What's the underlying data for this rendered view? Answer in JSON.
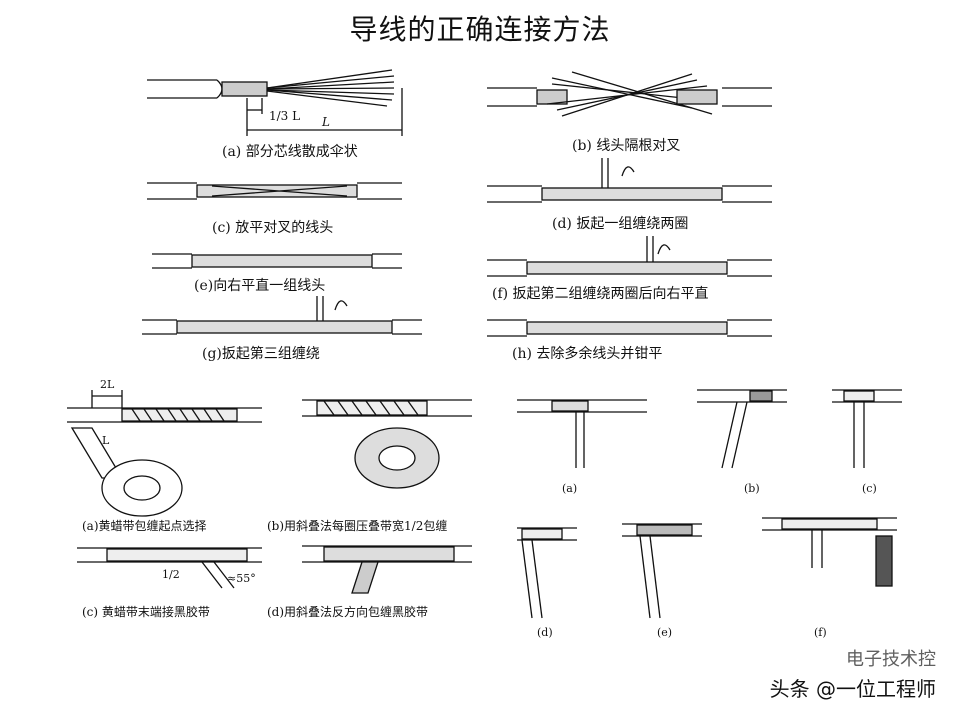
{
  "title": "导线的正确连接方法",
  "top_panel": {
    "captions": {
      "a": "(a) 部分芯线散成伞状",
      "b": "(b) 线头隔根对叉",
      "c": "(c) 放平对叉的线头",
      "d": "(d) 扳起一组缠绕两圈",
      "e": "(e)向右平直一组线头",
      "f": "(f) 扳起第二组缠绕两圈后向右平直",
      "g": "(g)扳起第三组缠绕",
      "h": "(h) 去除多余线头并钳平"
    },
    "dim_third": "1/3 L",
    "dim_L": "L"
  },
  "bottom_left": {
    "captions": {
      "a": "(a)黄蜡带包缠起点选择",
      "b": "(b)用斜叠法每圈压叠带宽1/2包缠",
      "c": "(c) 黄蜡带末端接黑胶带",
      "d": "(d)用斜叠法反方向包缠黑胶带"
    },
    "dim_2L": "2L",
    "dim_L": "L",
    "dim_half": "1/2",
    "angle": "≈55°"
  },
  "bottom_right": {
    "labels": [
      "(a)",
      "(b)",
      "(c)",
      "(d)",
      "(e)",
      "(f)"
    ]
  },
  "watermark": {
    "line1": "电子技术控",
    "line2": "头条 @一位工程师"
  }
}
